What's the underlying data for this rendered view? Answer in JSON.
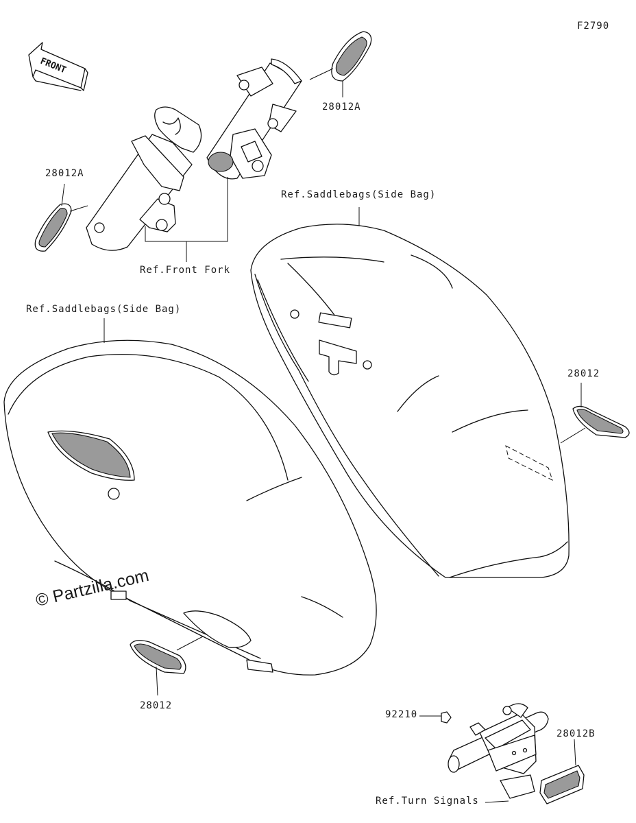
{
  "diagram_code": "F2790",
  "front_arrow": {
    "text": "FRONT",
    "icon": "front-direction-arrow"
  },
  "callouts": {
    "fork_reflector_right": "28012A",
    "fork_reflector_left": "28012A",
    "front_fork_ref": "Ref.Front Fork",
    "saddlebag_right_ref": "Ref.Saddlebags(Side Bag)",
    "saddlebag_left_ref": "Ref.Saddlebags(Side Bag)",
    "saddlebag_right_reflector": "28012",
    "saddlebag_left_reflector": "28012",
    "nut": "92210",
    "rear_reflector": "28012B",
    "turn_signals_ref": "Ref.Turn Signals"
  },
  "watermark": "© Partzilla.com"
}
